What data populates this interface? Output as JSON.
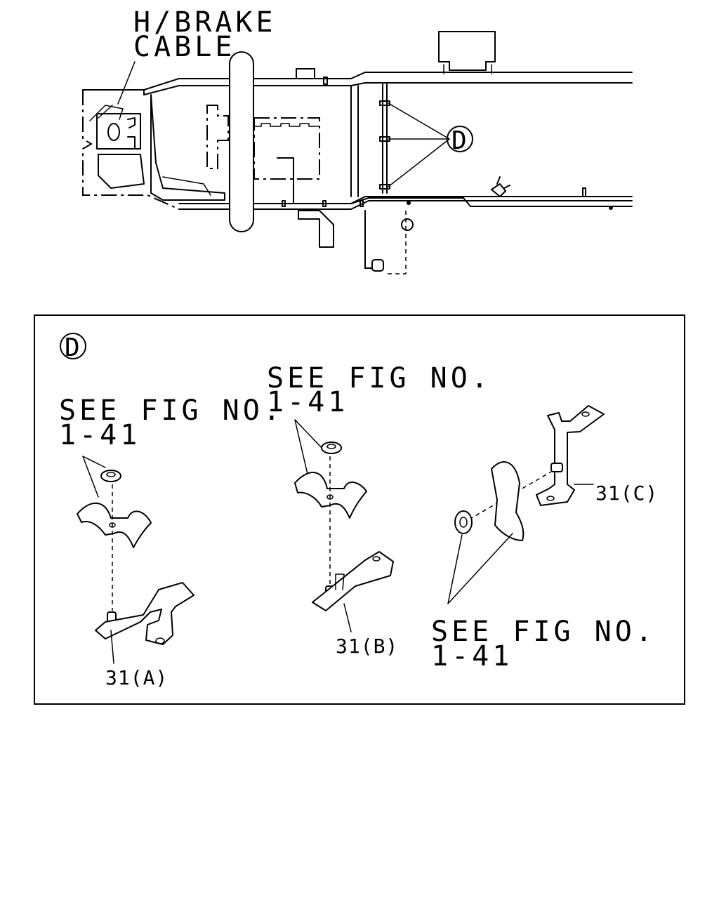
{
  "overview": {
    "hbrake_label_line1": "H/BRAKE",
    "hbrake_label_line2": "CABLE",
    "detail_callout": "D"
  },
  "detail": {
    "callout": "D",
    "ref_a_line1": "SEE FIG NO.",
    "ref_a_line2": "1-41",
    "ref_b_line1": "SEE FIG NO.",
    "ref_b_line2": "1-41",
    "ref_c_line1": "SEE FIG NO.",
    "ref_c_line2": "1-41",
    "part_a": "31(A)",
    "part_b": "31(B)",
    "part_c": "31(C)"
  }
}
